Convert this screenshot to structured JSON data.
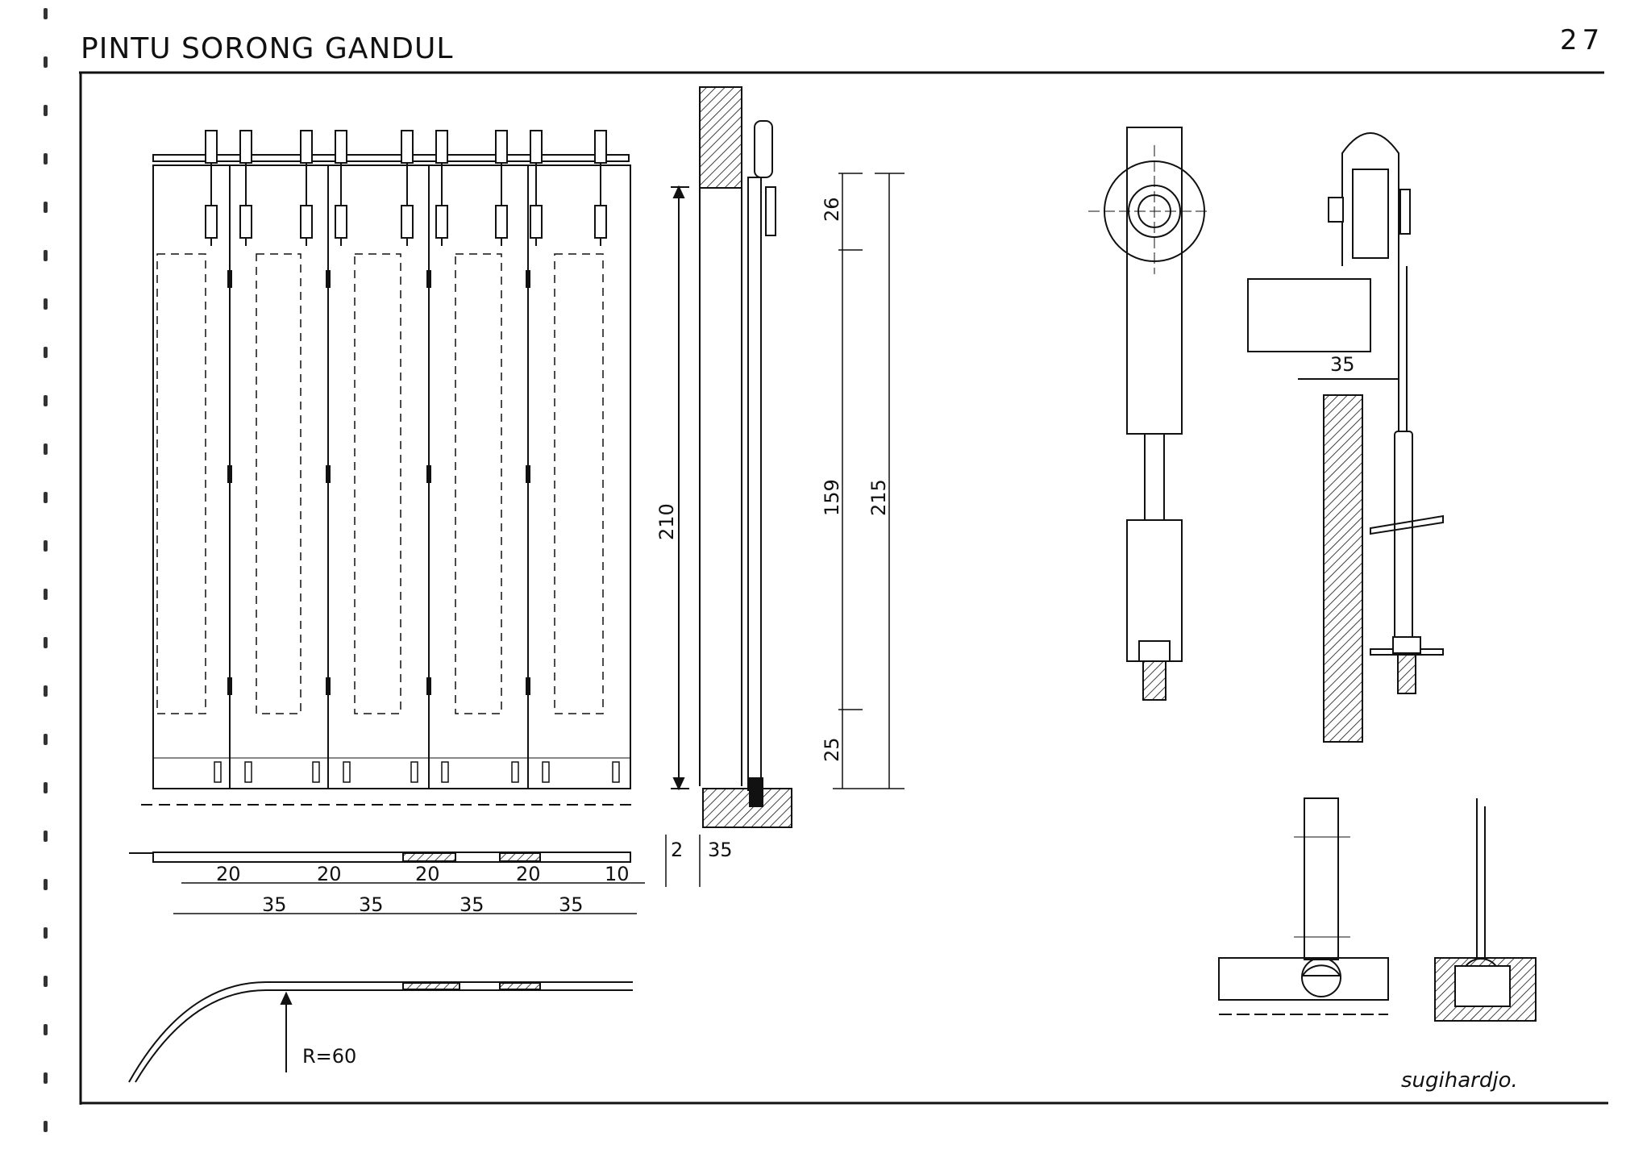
{
  "header": {
    "title": "PINTU  SORONG  GANDUL",
    "page_number": "27"
  },
  "signature": "sugihardjo.",
  "front_view": {
    "hangers": 9,
    "panels": 5,
    "panel_width_labels": [
      "20",
      "20",
      "20",
      "20",
      "10"
    ],
    "spacing_labels": [
      "35",
      "35",
      "35",
      "35"
    ]
  },
  "section_view": {
    "height_label": "210",
    "bottom_labels": [
      "2",
      "35"
    ]
  },
  "height_dimensions": {
    "top": "26",
    "middle": "159",
    "bottom": "25",
    "total": "215"
  },
  "track_curve": {
    "radius_label": "R=60"
  },
  "hanger_detail": {
    "offset_label": "35"
  },
  "colors": {
    "ink": "#111111",
    "paper": "#ffffff"
  }
}
